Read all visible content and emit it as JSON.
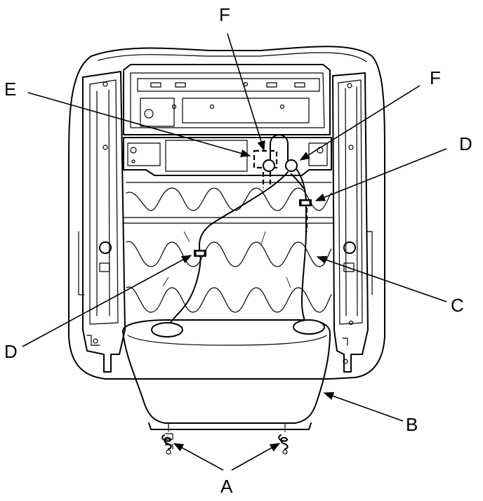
{
  "diagram": {
    "callouts": {
      "a": "A",
      "b": "B",
      "c": "C",
      "d_left": "D",
      "d_right": "D",
      "e": "E",
      "f_left": "F",
      "f_right": "F"
    }
  }
}
